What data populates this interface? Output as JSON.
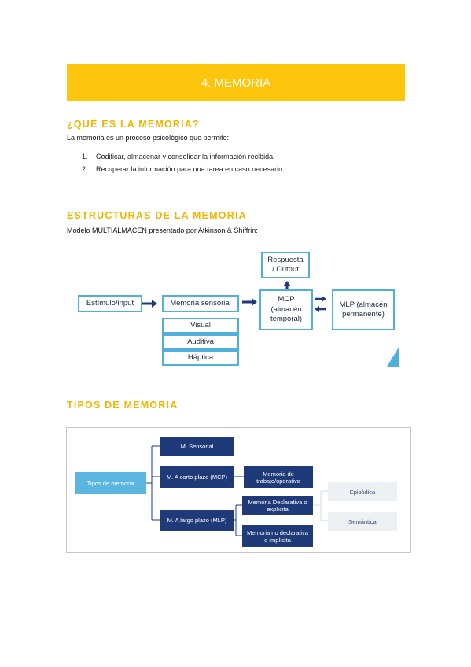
{
  "banner": {
    "title": "4. MEMORIA"
  },
  "section1": {
    "heading": "¿QUÉ ES LA MEMORIA?",
    "intro": "La memoria es un proceso psicológico que permite:",
    "items": [
      {
        "num": "1.",
        "text": "Codificar, almacenar y consolidar la información recibida."
      },
      {
        "num": "2.",
        "text": "Recuperar la información para una tarea en caso necesario."
      }
    ]
  },
  "section2": {
    "heading": "ESTRUCTURAS DE LA MEMORIA",
    "intro": "Modelo MULTIALMACÉN presentado por Atkinson & Shiffrin:",
    "diagram": {
      "estimulo": "Estímulo/input",
      "sensorial": "Memoria sensorial",
      "visual": "Visual",
      "auditiva": "Auditiva",
      "haptica": "Háptica",
      "mcp": "MCP (almacén temporal)",
      "mlp": "MLP (almacén permanente)",
      "respuesta": "Respuesta / Output"
    }
  },
  "section3": {
    "heading": "TIPOS DE MEMORIA",
    "diagram": {
      "root": "Tipos de memoria",
      "sensorial": "M. Sensorial",
      "corto": "M. A corto plazo (MCP)",
      "trabajo": "Memoria de trabajo/operativa",
      "largo": "M. A largo plazo (MLP)",
      "declarativa": "Memoria Declarativa o explícita",
      "no_declarativa": "Memoria no declarativa o implícita",
      "episodica": "Episódica",
      "semantica": "Semántica"
    }
  },
  "colors": {
    "accent": "#fdc60c",
    "heading": "#f5b400",
    "navy": "#1f3a78",
    "sky": "#4fb0dc",
    "root": "#5bb5de"
  }
}
